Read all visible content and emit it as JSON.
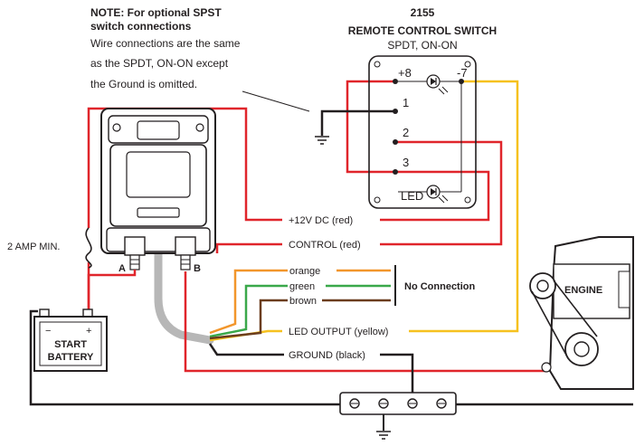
{
  "note": {
    "title_line1": "NOTE: For optional SPST",
    "title_line2": "switch connections",
    "body_line1": "Wire connections are the same",
    "body_line2": "as the SPDT, ON-ON  except",
    "body_line3": "the Ground is omitted."
  },
  "remote_switch": {
    "model": "2155",
    "name": "REMOTE CONTROL SWITCH",
    "type": "SPDT, ON-ON",
    "terminal_pos": "+8",
    "terminal_neg": "-7",
    "terminal_1": "1",
    "terminal_2": "2",
    "terminal_3": "3",
    "led_label": "LED"
  },
  "fuse_label": "2 AMP MIN.",
  "relay": {
    "terminal_a": "A",
    "terminal_b": "B"
  },
  "battery": {
    "plus": "+",
    "minus": "−",
    "line1": "START",
    "line2": "BATTERY"
  },
  "engine_label": "ENGINE",
  "wires": {
    "power": "+12V DC (red)",
    "control": "CONTROL (red)",
    "orange": "orange",
    "green": "green",
    "brown": "brown",
    "no_connection": "No Connection",
    "led_output": "LED OUTPUT (yellow)",
    "ground": "GROUND (black)"
  },
  "colors": {
    "red": "#e0252b",
    "yellow": "#f6c11f",
    "orange": "#f2962b",
    "green": "#3aa84a",
    "brown": "#6b3d1e",
    "black": "#231f20",
    "gray_cable": "#b7b7b7"
  }
}
